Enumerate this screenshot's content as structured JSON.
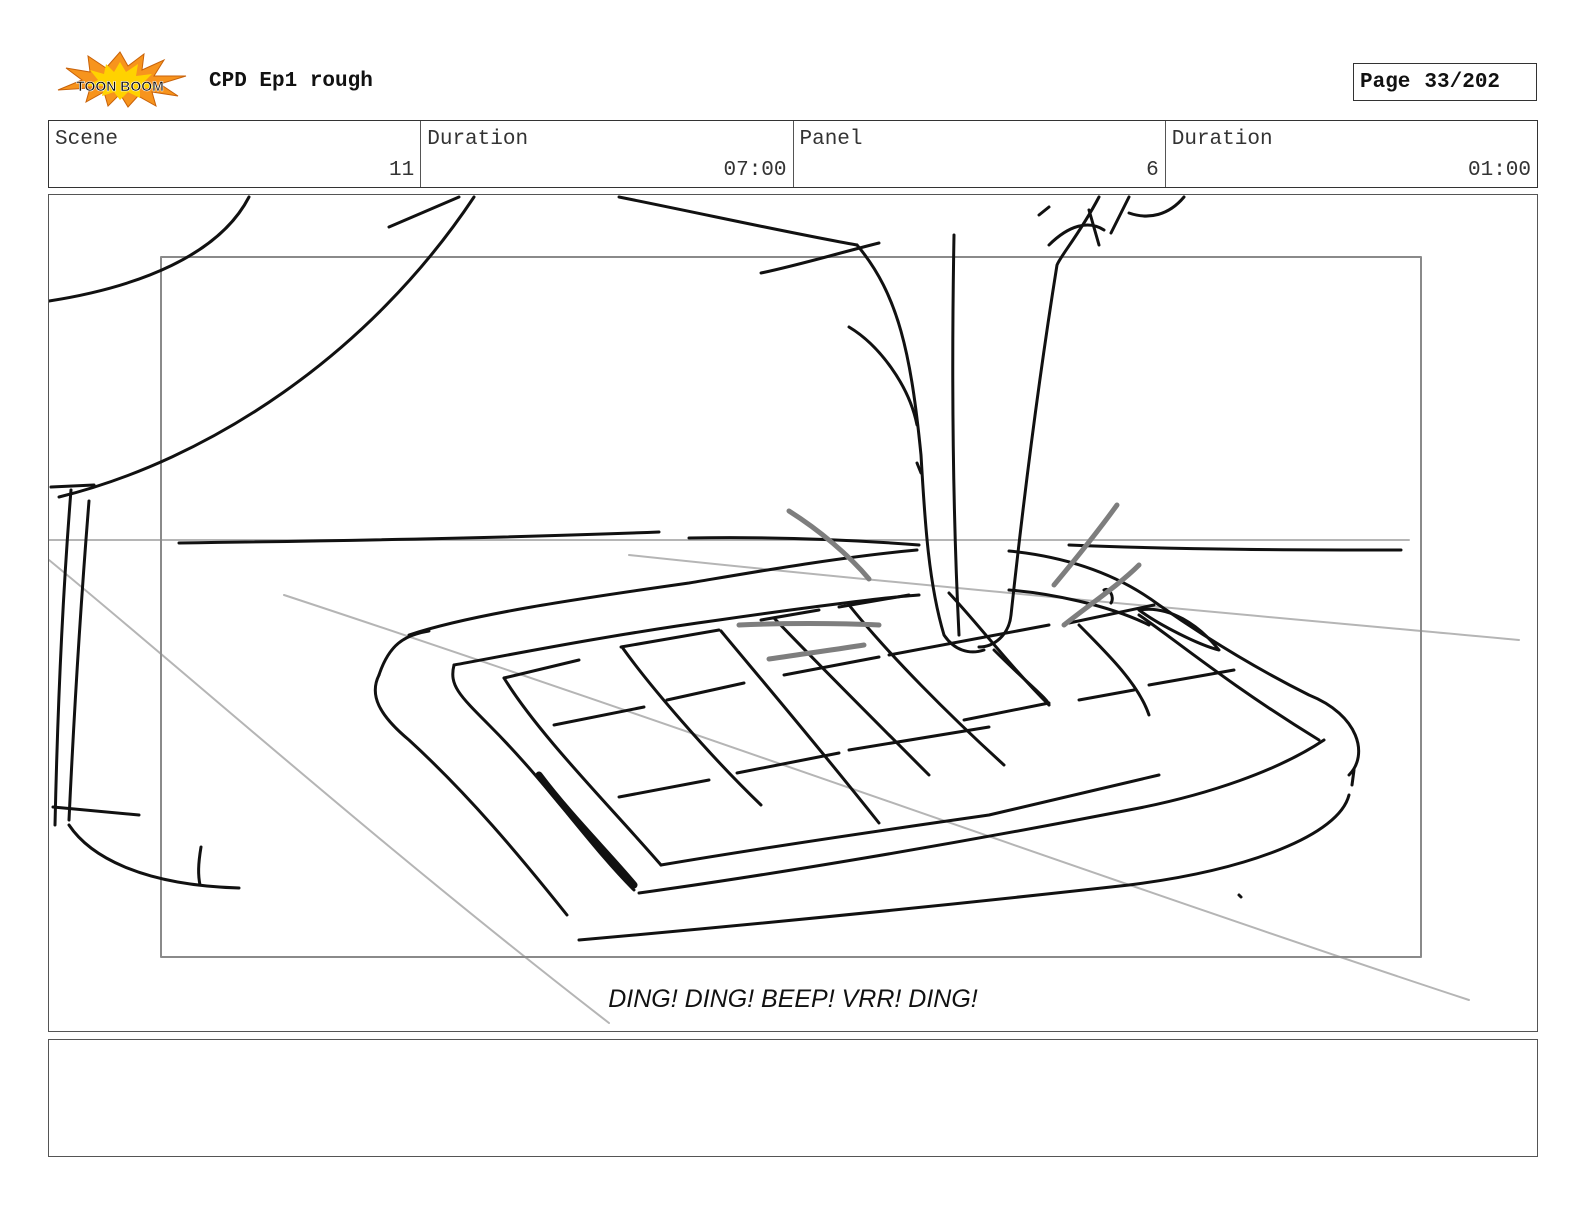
{
  "header": {
    "logo_text": "TOON BOOM",
    "title": "CPD Ep1 rough",
    "page_label": "Page",
    "page_value": "33/202"
  },
  "info": {
    "scene_label": "Scene",
    "scene_value": "11",
    "scene_duration_label": "Duration",
    "scene_duration_value": "07:00",
    "panel_label": "Panel",
    "panel_value": "6",
    "panel_duration_label": "Duration",
    "panel_duration_value": "01:00"
  },
  "panel": {
    "dialogue": "DING! DING! BEEP! VRR! DING!"
  },
  "notes": {
    "text": ""
  },
  "colors": {
    "logo_orange": "#f7941d",
    "logo_yellow": "#ffd200",
    "sketch_line": "#111111",
    "sketch_gray": "#888888"
  }
}
